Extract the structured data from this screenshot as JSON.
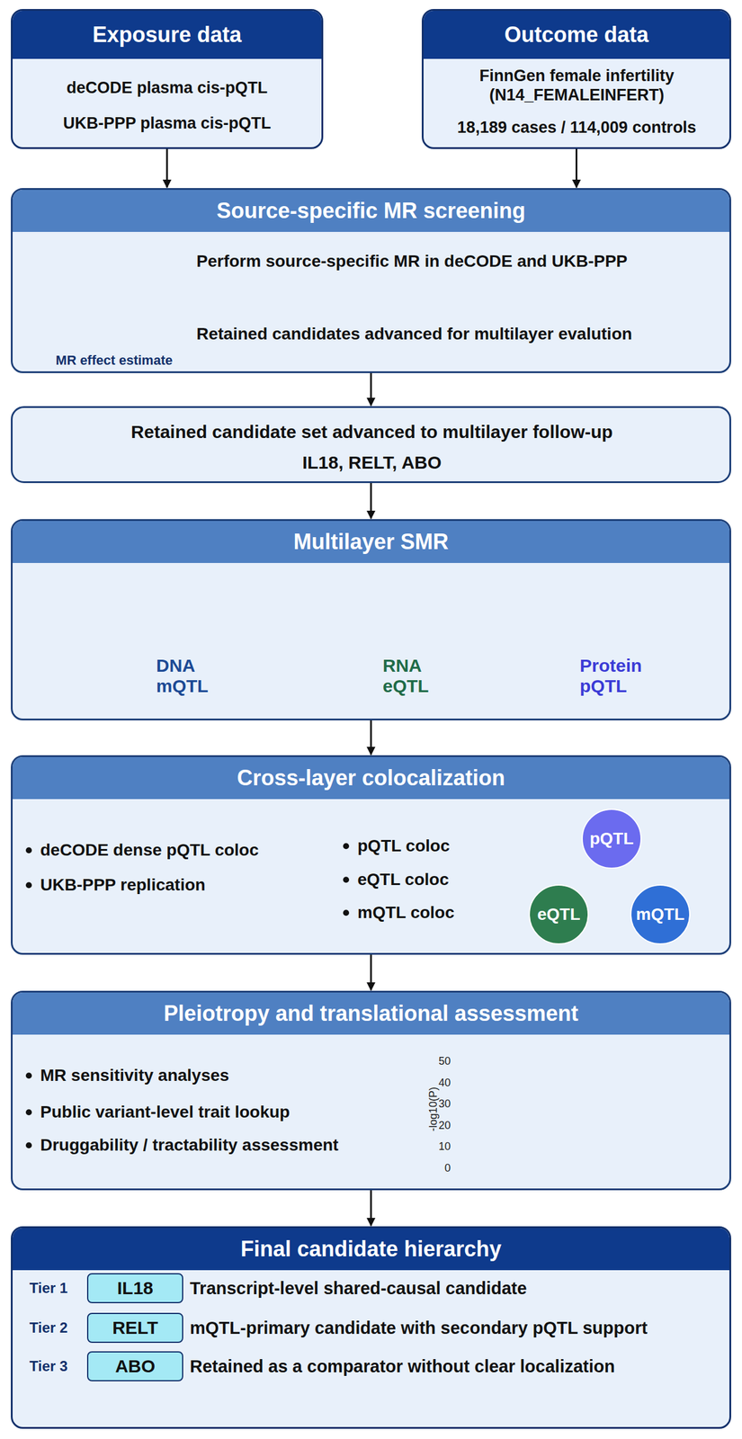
{
  "diagram": {
    "nodes": [
      {
        "text": [
          "Exposure data",
          "deCODE plasma cis-pQTL",
          "UKB-PPP plasma cis-pQTL"
        ]
      },
      {
        "text": [
          "Outcome data",
          "FinnGen female infertility (N14_FEMALEINFERT)",
          "18,189 cases / 114,009 controls"
        ]
      },
      {
        "text": [
          "Source-specific MR screening",
          "Perform source-specific MR in deCODE and UKB-PPP",
          "Retained candidates advanced for multilayer evalution"
        ]
      },
      {
        "text": [
          "Retained candidate set advanced to multilayer follow-up",
          "IL18, RELT, ABO"
        ]
      },
      {
        "text": [
          "Multilayer SMR",
          "DNA mQTL",
          "RNA eQTL",
          "Protein pQTL"
        ]
      },
      {
        "text": [
          "Cross-layer colocalization",
          "deCODE dense pQTL coloc",
          "UKB-PPP replication",
          "pQTL coloc",
          "eQTL coloc",
          "mQTL coloc"
        ]
      },
      {
        "text": [
          "pQTL"
        ],
        "in": 5
      },
      {
        "text": [
          "eQTL"
        ],
        "in": 5
      },
      {
        "text": [
          "mQTL"
        ],
        "in": 5
      },
      {
        "text": [
          "Pleiotropy and translational assessment",
          "MR sensitivity analyses",
          "Public variant-level trait lookup",
          "Druggability / tractability assessment"
        ]
      },
      {
        "text": [
          "Final candidate hierarchy",
          "Tier 1",
          "Transcript-level shared-causal candidate",
          "Tier 2",
          "mQTL-primary candidate with secondary pQTL support",
          "Tier 3",
          "Retained as a comparator without clear localization"
        ]
      },
      {
        "text": [
          "IL18"
        ],
        "in": 10
      },
      {
        "text": [
          "RELT"
        ],
        "in": 10
      },
      {
        "text": [
          "ABO"
        ],
        "in": 10
      }
    ],
    "edges": [
      {
        "from": 0,
        "to": 2,
        "arrow": "to"
      },
      {
        "from": 1,
        "to": 2,
        "arrow": "to"
      },
      {
        "from": 2,
        "to": 3,
        "arrow": "to"
      },
      {
        "from": 3,
        "to": 4,
        "arrow": "to"
      },
      {
        "from": 4,
        "to": 5,
        "arrow": "to"
      },
      {
        "from": 6,
        "to": 7,
        "arrow": "none"
      },
      {
        "from": 6,
        "to": 8,
        "arrow": "none"
      },
      {
        "from": 7,
        "to": 8,
        "arrow": "none"
      },
      {
        "from": 5,
        "to": 9,
        "arrow": "to"
      },
      {
        "from": 9,
        "to": 10,
        "arrow": "to"
      }
    ],
    "labels": [
      "MR effect estimate",
      "-log10(P)",
      "0",
      "10",
      "20",
      "30",
      "40",
      "50"
    ]
  }
}
